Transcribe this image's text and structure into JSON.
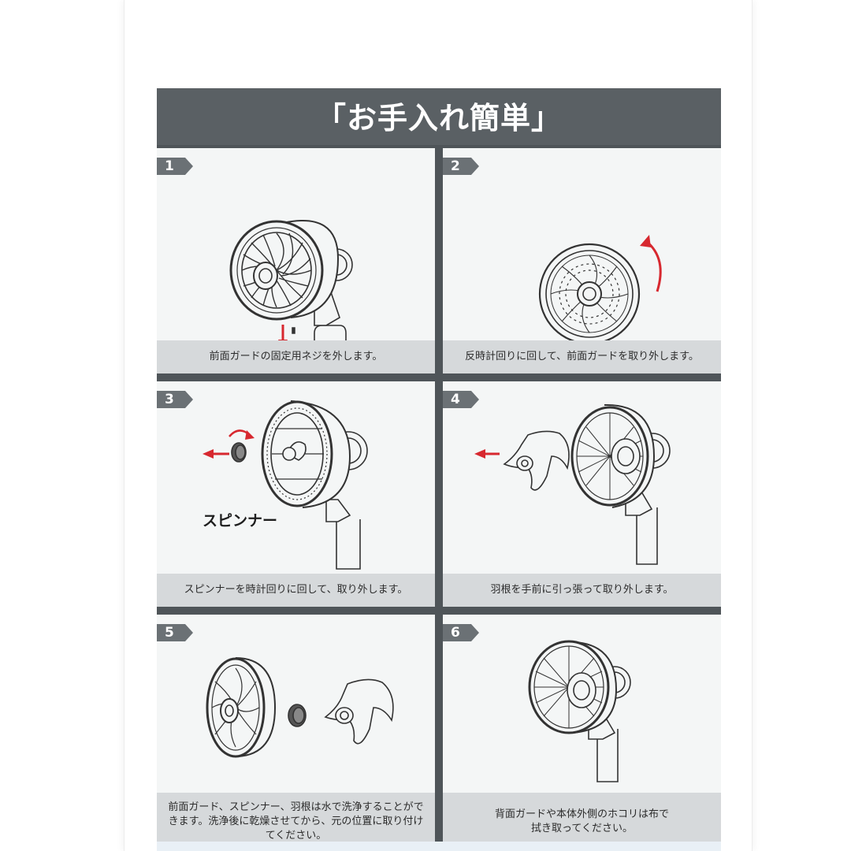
{
  "title": "「お手入れ簡単」",
  "steps": [
    {
      "number": "1",
      "caption": "前面ガードの固定用ネジを外します。"
    },
    {
      "number": "2",
      "caption": "反時計回りに回して、前面ガードを取り外します。"
    },
    {
      "number": "3",
      "caption": "スピンナーを時計回りに回して、取り外します。",
      "label": "スピンナー"
    },
    {
      "number": "4",
      "caption": "羽根を手前に引っ張って取り外します。"
    },
    {
      "number": "5",
      "caption": "前面ガード、スピンナー、羽根は水で洗浄することができます。洗浄後に乾燥させてから、元の位置に取り付けてください。"
    },
    {
      "number": "6",
      "caption": "背面ガードや本体外側のホコリは布で\n拭き取ってください。"
    }
  ],
  "colors": {
    "header_bg": "#5a6064",
    "panel_bg": "#f4f6f6",
    "caption_bg": "#d6d9db",
    "arrow_red": "#d7282f",
    "badge_gray": "#6b7175"
  },
  "icons": [
    "fan-icon",
    "screwdriver-icon",
    "arrow-left-icon",
    "arrow-down-icon",
    "rotate-arrow-icon",
    "spinner-icon",
    "fan-blade-icon"
  ]
}
